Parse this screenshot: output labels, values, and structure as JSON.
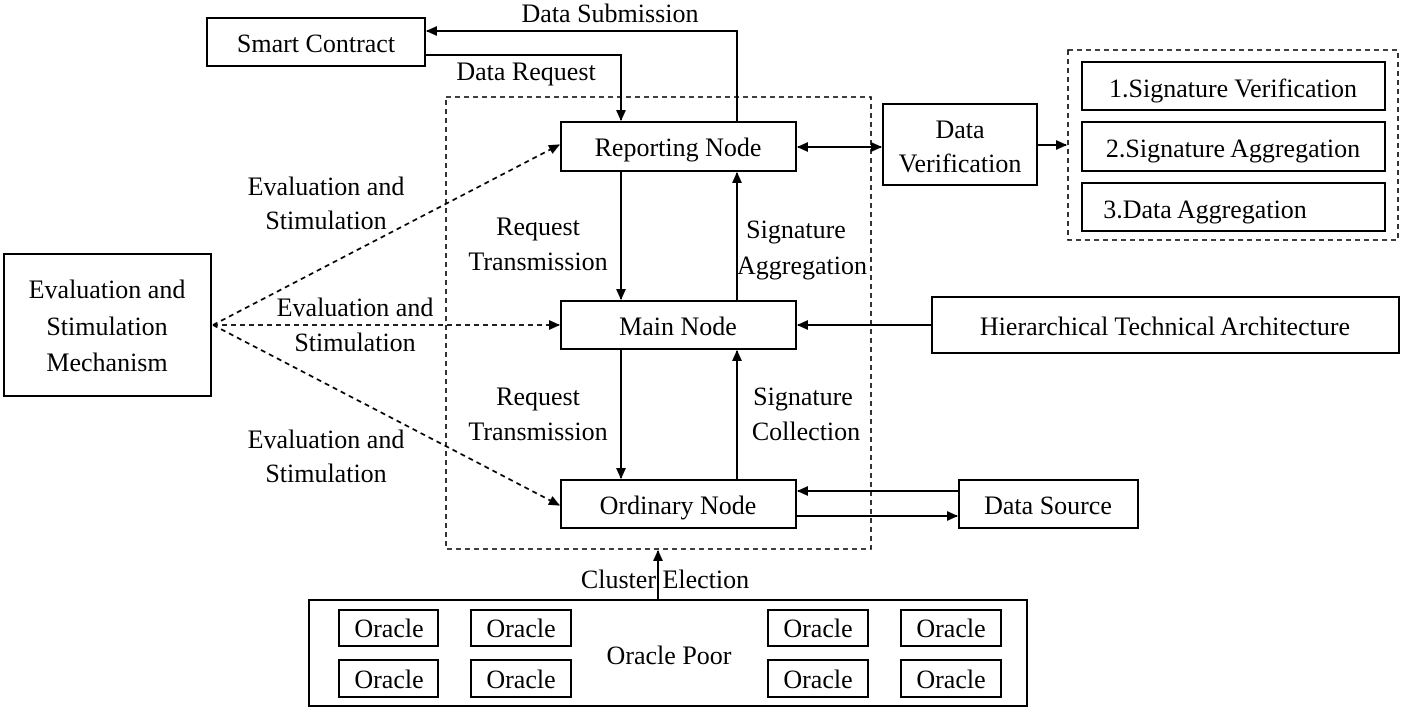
{
  "nodes": {
    "smart_contract": "Smart Contract",
    "reporting_node": "Reporting Node",
    "main_node": "Main Node",
    "ordinary_node": "Ordinary Node",
    "data_verification_line1": "Data",
    "data_verification_line2": "Verification",
    "data_source": "Data Source",
    "hierarchical_architecture": "Hierarchical Technical Architecture",
    "mechanism_line1": "Evaluation and",
    "mechanism_line2": "Stimulation",
    "mechanism_line3": "Mechanism"
  },
  "verification_steps": [
    "1.Signature Verification",
    "2.Signature Aggregation",
    "3.Data Aggregation"
  ],
  "edge_labels": {
    "data_submission": "Data Submission",
    "data_request": "Data Request",
    "request_transmission_line1": "Request",
    "request_transmission_line2": "Transmission",
    "signature_aggregation_line1": "Signature",
    "signature_aggregation_line2": "Aggregation",
    "signature_collection_line1": "Signature",
    "signature_collection_line2": "Collection",
    "evaluation_line1": "Evaluation and",
    "evaluation_line2": "Stimulation",
    "cluster_election": "Cluster Election"
  },
  "oracle_pool": {
    "label": "Oracle Poor",
    "oracles": [
      "Oracle",
      "Oracle",
      "Oracle",
      "Oracle",
      "Oracle",
      "Oracle",
      "Oracle",
      "Oracle"
    ]
  }
}
